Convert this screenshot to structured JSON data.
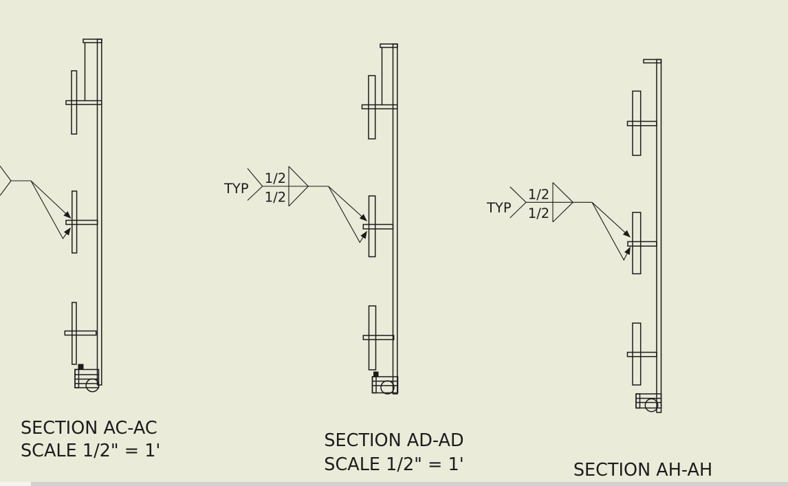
{
  "colors": {
    "background": "#EBEBDA",
    "line": "#1B1B1B",
    "text": "#1C1C1C",
    "scrollbar_track": "#D2D2D2",
    "scrollbar_corner": "#F3F3EF"
  },
  "sections": {
    "ac": {
      "title": "SECTION AC-AC",
      "scale": "SCALE 1/2\" = 1'"
    },
    "ad": {
      "title": "SECTION AD-AD",
      "scale": "SCALE 1/2\" = 1'",
      "weld": {
        "note": "TYP",
        "size_top": "1/2",
        "size_bottom": "1/2"
      }
    },
    "ah": {
      "title": "SECTION AH-AH",
      "weld": {
        "note": "TYP",
        "size_top": "1/2",
        "size_bottom": "1/2"
      }
    }
  }
}
